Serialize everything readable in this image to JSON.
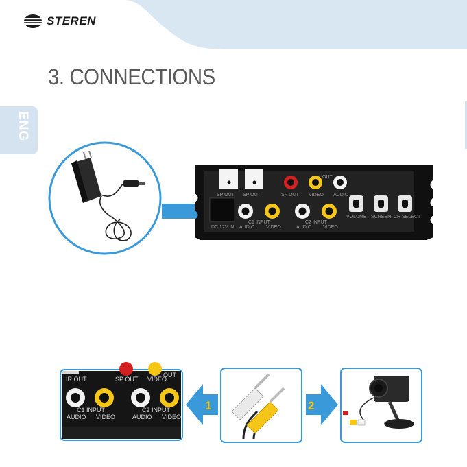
{
  "header": {
    "brand_name": "STEREN"
  },
  "page": {
    "title": "3. CONNECTIONS",
    "language_tab": "ENG"
  },
  "device_panel": {
    "top_row": [
      "SP OUT",
      "SP OUT",
      "SP OUT",
      "VIDEO",
      "AUDIO"
    ],
    "bottom_row": [
      "DC 12V IN",
      "AUDIO",
      "VIDEO",
      "AUDIO",
      "VIDEO",
      "VOLUME",
      "SCREEN",
      "CH SELECT"
    ],
    "ch1_label": "C1 INPUT",
    "ch2_label": "C2 INPUT",
    "out_label": "OUT"
  },
  "detail_panel": {
    "top_labels": [
      "IR OUT",
      "SP OUT",
      "VIDEO",
      "OUT"
    ],
    "ch1_label": "C1 INPUT",
    "ch2_label": "C2 INPUT",
    "bottom_labels": [
      "AUDIO",
      "VIDEO",
      "AUDIO",
      "VIDEO"
    ]
  },
  "steps": {
    "step_1": "1",
    "step_2": "2"
  },
  "colors": {
    "accent_blue": "#3a9ad9",
    "header_band": "#d9e7f3",
    "step_yellow": "#f5c518",
    "plug_red": "#d32020"
  }
}
